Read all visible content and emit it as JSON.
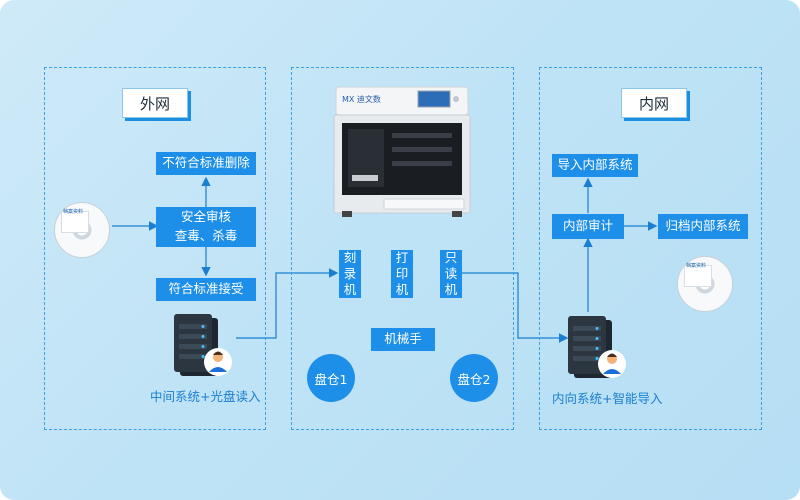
{
  "outer": {
    "title": "外网",
    "reject": "不符合标准删除",
    "audit": "安全审核\n查毒、杀毒",
    "accept": "符合标准接受",
    "caption": "中间系统+光盘读入"
  },
  "middle": {
    "brand": "MX 迪文数",
    "burn": "刻\n录\n机",
    "print": "打\n印\n机",
    "read": "只\n读\n机",
    "arm": "机械手",
    "bin1": "盘仓1",
    "bin2": "盘仓2"
  },
  "inner": {
    "title": "内网",
    "import": "导入内部系统",
    "audit": "内部审计",
    "archive": "归档内部系统",
    "caption": "内向系统+智能导入"
  },
  "disc_label": "档案资料",
  "colors": {
    "accent": "#1d8fe8",
    "line": "#1a7fd0",
    "panel_border": "#3aa0e0"
  }
}
